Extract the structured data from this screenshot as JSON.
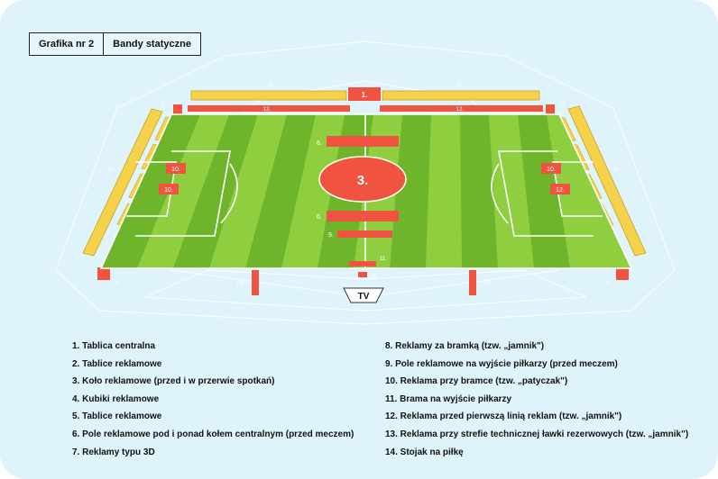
{
  "header": {
    "label": "Grafika nr 2",
    "title": "Bandy statyczne"
  },
  "diagram": {
    "numbers": {
      "n1": "1.",
      "n2": "2.",
      "n3": "3.",
      "n4": "4.",
      "n5": "5.",
      "n6": "6.",
      "n9": "9.",
      "n10": "10.",
      "n11": "11.",
      "n12": "12.",
      "n13": "13.",
      "n14": "14."
    },
    "tv": "TV"
  },
  "legend": {
    "left": [
      "1. Tablica centralna",
      "2. Tablice reklamowe",
      "3. Koło reklamowe (przed i w przerwie spotkań)",
      "4. Kubiki reklamowe",
      "5. Tablice reklamowe",
      "6. Pole reklamowe pod i ponad kołem centralnym (przed meczem)",
      "7. Reklamy typu 3D"
    ],
    "right": [
      "8. Reklamy za bramką (tzw. „jamnik\")",
      "9. Pole reklamowe na wyjście piłkarzy (przed meczem)",
      "10. Reklama przy bramce (tzw. „patyczak\")",
      "11. Brama na wyjście piłkarzy",
      "12. Reklama przed pierwszą linią reklam (tzw. „jamnik\")",
      "13. Reklama przy strefie technicznej ławki rezerwowych (tzw. „jamnik\")",
      "14. Stojak na piłkę"
    ]
  },
  "colors": {
    "background": "#dff3fb",
    "grass_light": "#8fcf3f",
    "grass_dark": "#6fb52c",
    "board_red": "#f0533f",
    "board_yellow": "#f6d24a"
  }
}
